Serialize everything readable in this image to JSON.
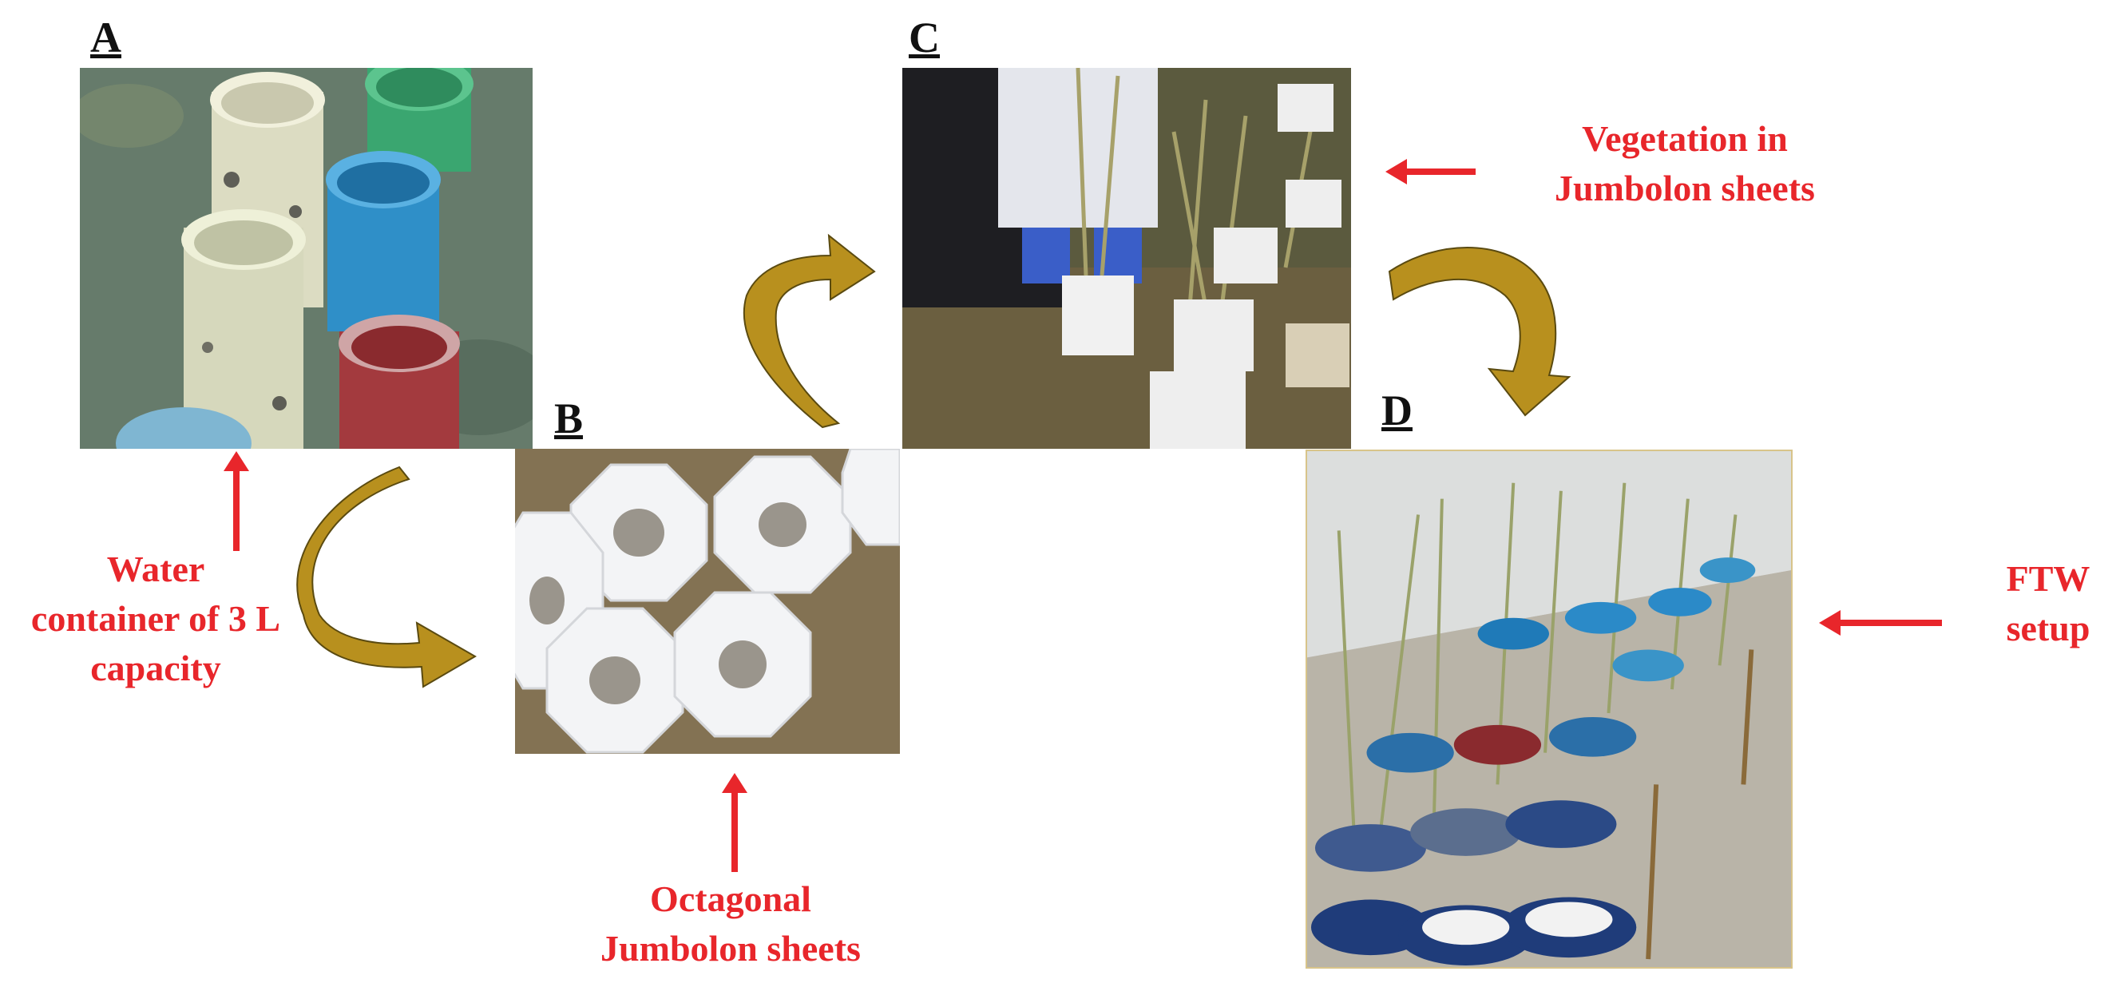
{
  "panels": {
    "a": {
      "letter": "A"
    },
    "b": {
      "letter": "B"
    },
    "c": {
      "letter": "C"
    },
    "d": {
      "letter": "D"
    }
  },
  "captions": {
    "water_container": {
      "line1": "Water",
      "line2": "container of 3 L",
      "line3": "capacity"
    },
    "octagonal": {
      "line1": "Octagonal",
      "line2": "Jumbolon sheets"
    },
    "vegetation": {
      "line1": "Vegetation in",
      "line2": "Jumbolon sheets"
    },
    "ftw": {
      "line1": "FTW",
      "line2": "setup"
    }
  },
  "colors": {
    "caption_red": "#e8262b",
    "arrow_red": "#e8262b",
    "curved_arrow_fill": "#b8901e",
    "curved_arrow_stroke": "#5a4a10"
  }
}
